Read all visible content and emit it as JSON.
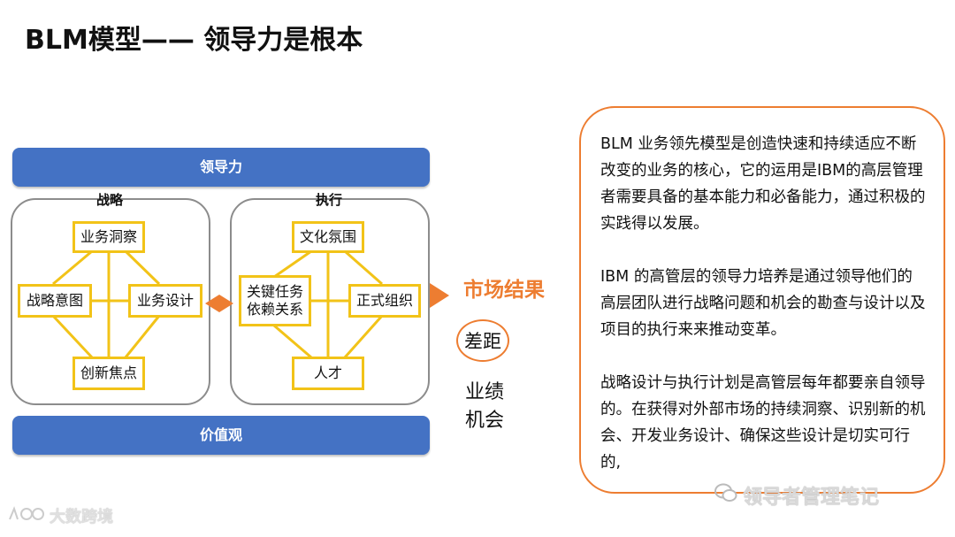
{
  "title": "BLM模型—— 领导力是根本",
  "diagram": {
    "top_band": "领导力",
    "bottom_band": "价值观",
    "strategy": {
      "label": "战略",
      "top": "业务洞察",
      "left": "战略意图",
      "right": "业务设计",
      "bottom": "创新焦点"
    },
    "execution": {
      "label": "执行",
      "top": "文化氛围",
      "left": "关键任务依赖关系",
      "right": "正式组织",
      "bottom": "人才"
    },
    "market_result": "市场结果",
    "gap": "差距",
    "performance": "业绩机会",
    "colors": {
      "band": "#4472c4",
      "node_border": "#f2c318",
      "accent": "#ed7d31",
      "panel_border": "#8c8c8c"
    }
  },
  "description": {
    "paragraphs": [
      "BLM 业务领先模型是创造快速和持续适应不断改变的业务的核心，它的运用是IBM的高层管理者需要具备的基本能力和必备能力，通过积极的实践得以发展。",
      "IBM 的高管层的领导力培养是通过领导他们的高层团队进行战略问题和机会的勘查与设计以及项目的执行来来推动变革。",
      "战略设计与执行计划是高管层每年都要亲自领导的。在获得对外部市场的持续洞察、识别新的机会、开发业务设计、确保这些设计是切实可行的,"
    ]
  },
  "watermarks": {
    "right": "领导者管理笔记",
    "left": "大数跨境",
    "right_icon": "wechat-icon",
    "left_icon": "logo-icon"
  }
}
